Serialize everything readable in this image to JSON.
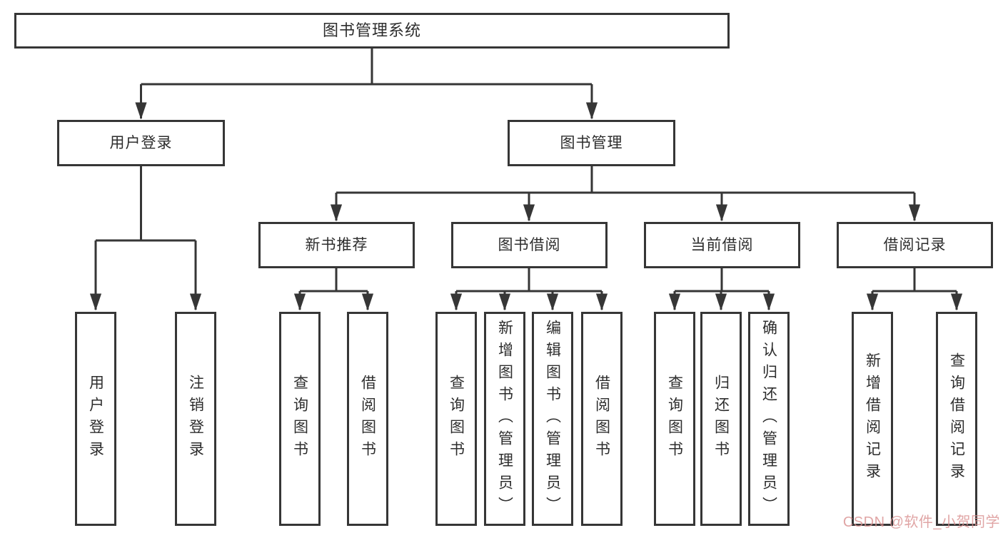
{
  "tree": {
    "root": {
      "label": "图书管理系统"
    },
    "level2": [
      {
        "label": "用户登录",
        "children": [
          {
            "label": "用户登录"
          },
          {
            "label": "注销登录"
          }
        ]
      },
      {
        "label": "图书管理",
        "children": [
          {
            "label": "新书推荐",
            "children": [
              {
                "label": "查询图书"
              },
              {
                "label": "借阅图书"
              }
            ]
          },
          {
            "label": "图书借阅",
            "children": [
              {
                "label": "查询图书"
              },
              {
                "label": "新增图书（管理员）"
              },
              {
                "label": "编辑图书（管理员）"
              },
              {
                "label": "借阅图书"
              }
            ]
          },
          {
            "label": "当前借阅",
            "children": [
              {
                "label": "查询图书"
              },
              {
                "label": "归还图书"
              },
              {
                "label": "确认归还（管理员）"
              }
            ]
          },
          {
            "label": "借阅记录",
            "children": [
              {
                "label": "新增借阅记录"
              },
              {
                "label": "查询借阅记录"
              }
            ]
          }
        ]
      }
    ]
  },
  "colors": {
    "line": "#363636",
    "box_border": "#363636",
    "text": "#2d2d2d",
    "watermark": "#d98f8f"
  },
  "watermark": {
    "text": "CSDN @软件_小贺同学"
  }
}
